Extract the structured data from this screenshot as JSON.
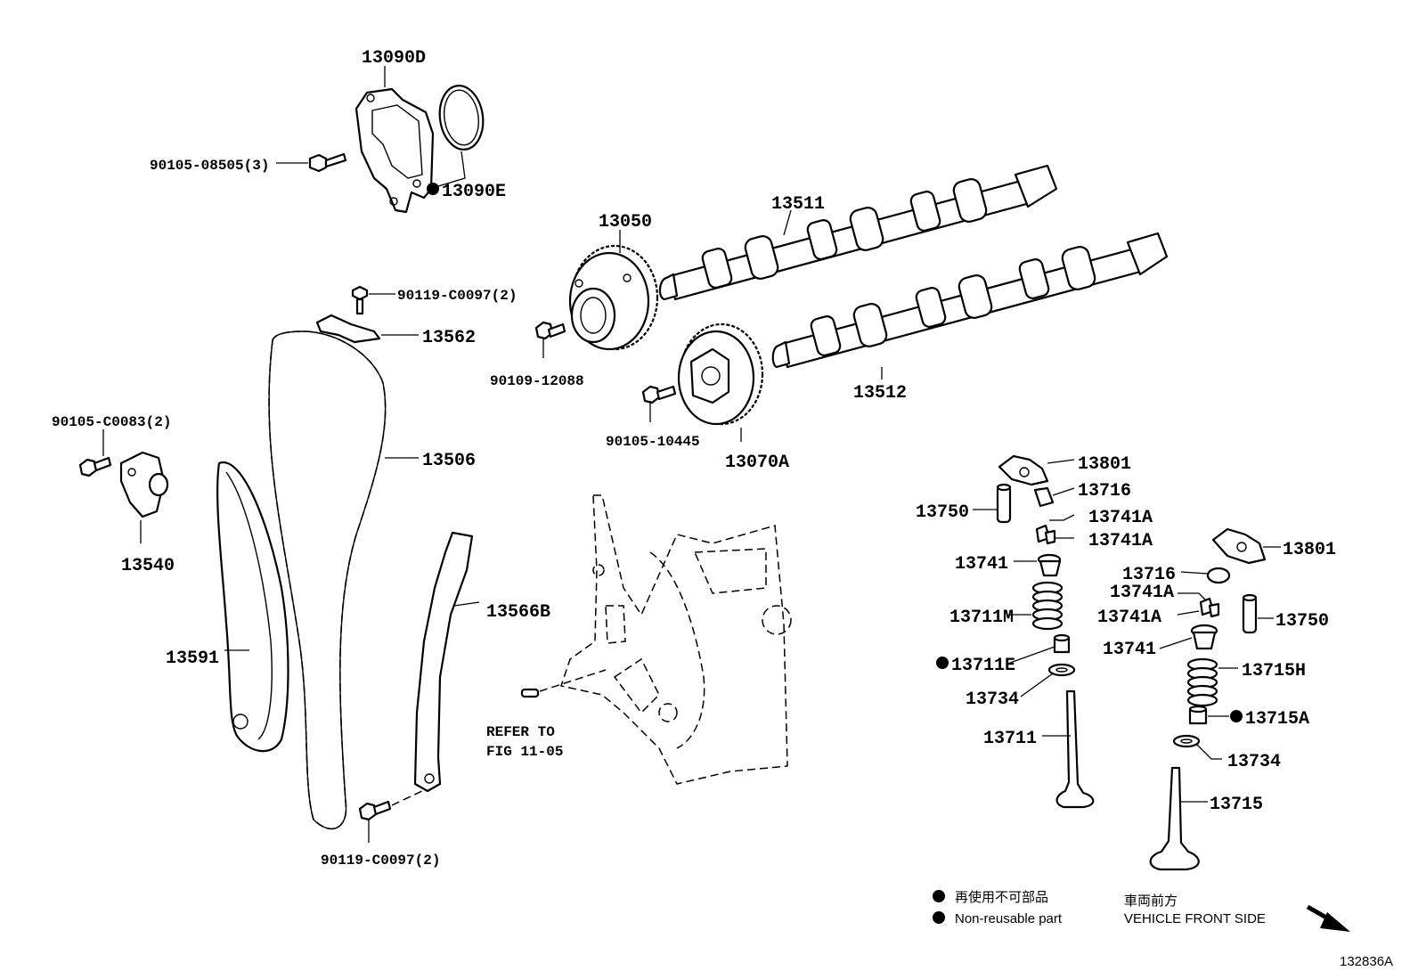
{
  "labels": {
    "p13090D": "13090D",
    "p90105_08505": "90105-08505(3)",
    "p13090E": "13090E",
    "p13050": "13050",
    "p13511": "13511",
    "p90119_top": "90119-C0097(2)",
    "p13562": "13562",
    "p90109_12088": "90109-12088",
    "p13512": "13512",
    "p90105_10445": "90105-10445",
    "p13070A": "13070A",
    "p90105_C0083": "90105-C0083(2)",
    "p13506": "13506",
    "p13540": "13540",
    "p13566B": "13566B",
    "p13591": "13591",
    "refer_line1": "REFER TO",
    "refer_line2": "FIG 11-05",
    "p90119_bottom": "90119-C0097(2)",
    "p13801_a": "13801",
    "p13716_a": "13716",
    "p13750_a": "13750",
    "p13741A_a1": "13741A",
    "p13741A_a2": "13741A",
    "p13741_a": "13741",
    "p13711M": "13711M",
    "p13711E": "13711E",
    "p13734_a": "13734",
    "p13711": "13711",
    "p13801_b": "13801",
    "p13716_b": "13716",
    "p13741A_b1": "13741A",
    "p13741A_b2": "13741A",
    "p13750_b": "13750",
    "p13741_b": "13741",
    "p13715H": "13715H",
    "p13715A": "13715A",
    "p13734_b": "13734",
    "p13715": "13715"
  },
  "legend": {
    "jp_nonreusable": "再使用不可部品",
    "en_nonreusable": "Non-reusable part",
    "jp_front": "車両前方",
    "en_front": "VEHICLE FRONT SIDE"
  },
  "figure_id": "132836A"
}
